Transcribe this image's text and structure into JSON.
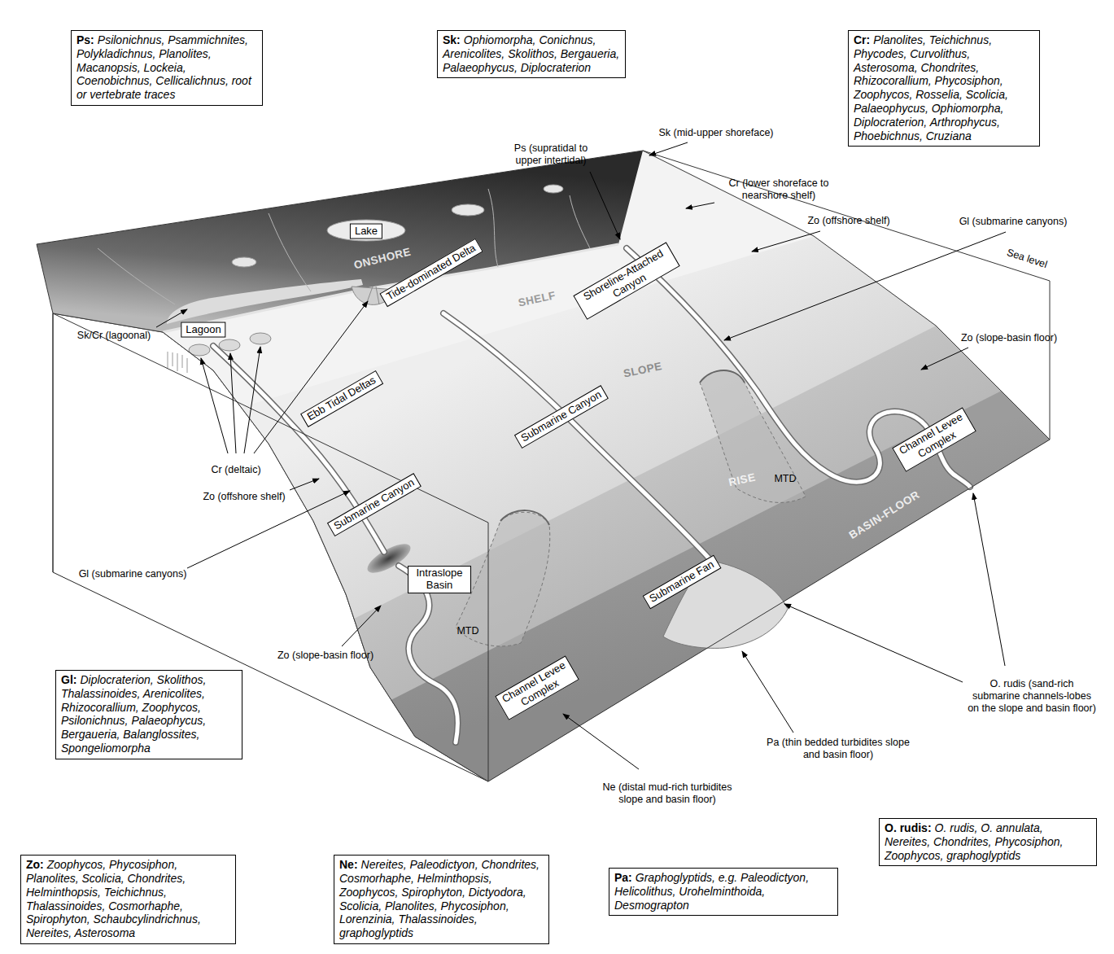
{
  "diagram": {
    "nodes": [
      {
        "text": [
          "Ps:",
          "Psilonichnus, Psammichnites, Polykladichnus, Planolites, Macanopsis, Lockeia, Coenobichnus, Cellicalichnus, root or vertebrate traces"
        ]
      },
      {
        "text": [
          "Sk:",
          "Ophiomorpha, Conichnus, Arenicolites, Skolithos, Bergaueria, Palaeophycus, Diplocraterion"
        ]
      },
      {
        "text": [
          "Cr:",
          "Planolites, Teichichnus, Phycodes, Curvolithus, Asterosoma, Chondrites, Rhizocorallium, Phycosiphon, Zoophycos, Rosselia, Scolicia, Palaeophycus, Ophiomorpha, Diplocraterion, Arthrophycus, Phoebichnus, Cruziana"
        ]
      },
      {
        "text": [
          "Lake"
        ]
      },
      {
        "text": [
          "Lagoon"
        ]
      },
      {
        "text": [
          "Tide-dominated Delta"
        ]
      },
      {
        "text": [
          "Shoreline-Attached Canyon"
        ]
      },
      {
        "text": [
          "Ebb Tidal Deltas"
        ]
      },
      {
        "text": [
          "Submarine Canyon"
        ]
      },
      {
        "text": [
          "Submarine Canyon"
        ]
      },
      {
        "text": [
          "Channel Levee Complex"
        ]
      },
      {
        "text": [
          "Intraslope Basin"
        ]
      },
      {
        "text": [
          "Submarine Fan"
        ]
      },
      {
        "text": [
          "Channel Levee Complex"
        ]
      },
      {
        "text": [
          "Gl:",
          "Diplocraterion, Skolithos, Thalassinoides, Arenicolites, Rhizocorallium, Zoophycos, Psilonichnus, Palaeophycus, Bergaueria, Balanglossites, Spongeliomorpha"
        ]
      },
      {
        "text": [
          "O. rudis:",
          "O. rudis, O. annulata, Nereites, Chondrites, Phycosiphon, Zoophycos, graphoglyptids"
        ]
      },
      {
        "text": [
          "Zo:",
          "Zoophycos, Phycosiphon, Planolites, Scolicia, Chondrites, Helminthopsis, Teichichnus, Thalassinoides, Cosmorhaphe, Spirophyton, Schaubcylindrichnus, Nereites, Asterosoma"
        ]
      },
      {
        "text": [
          "Ne:",
          "Nereites, Paleodictyon, Chondrites, Cosmorhaphe, Helminthopsis, Zoophycos, Spirophyton, Dictyodora, Scolicia, Planolites, Phycosiphon, Lorenzinia, Thalassinoides, graphoglyptids"
        ]
      },
      {
        "text": [
          "Pa:",
          "Graphoglyptids, e.g. Paleodictyon, Helicolithus, Urohelminthoida, Desmograpton"
        ]
      }
    ],
    "labels": [
      "Ps (supratidal to upper intertidal)",
      "Sk (mid-upper shoreface)",
      "Cr (lower shoreface to nearshore shelf)",
      "ONSHORE",
      "SHELF",
      "Zo (offshore shelf)",
      "Gl (submarine canyons)",
      "Sea level",
      "SLOPE",
      "Zo (slope-basin floor)",
      "Sk/Cr (lagoonal)",
      "Cr (deltaic)",
      "Zo (offshore shelf)",
      "RISE",
      "MTD",
      "BASIN-FLOOR",
      "Gl (submarine canyons)",
      "Zo (slope-basin floor)",
      "MTD",
      "O. rudis (sand-rich submarine channels-lobes on the slope and basin floor)",
      "Pa (thin bedded turbidites slope and basin floor)",
      "Ne (distal mud-rich turbidites slope and basin floor)"
    ]
  }
}
